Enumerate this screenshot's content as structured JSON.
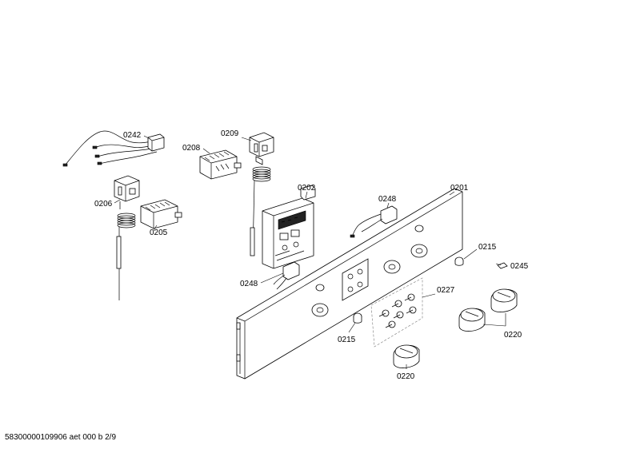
{
  "labels": {
    "p0242": "0242",
    "p0209": "0209",
    "p0208": "0208",
    "p0202": "0202",
    "p0201": "0201",
    "p0206": "0206",
    "p0205": "0205",
    "p0248a": "0248",
    "p0248b": "0248",
    "p0215a": "0215",
    "p0215b": "0215",
    "p0245": "0245",
    "p0227": "0227",
    "p0220a": "0220",
    "p0220b": "0220"
  },
  "footer": "58300000109906 aet 000 b 2/9"
}
